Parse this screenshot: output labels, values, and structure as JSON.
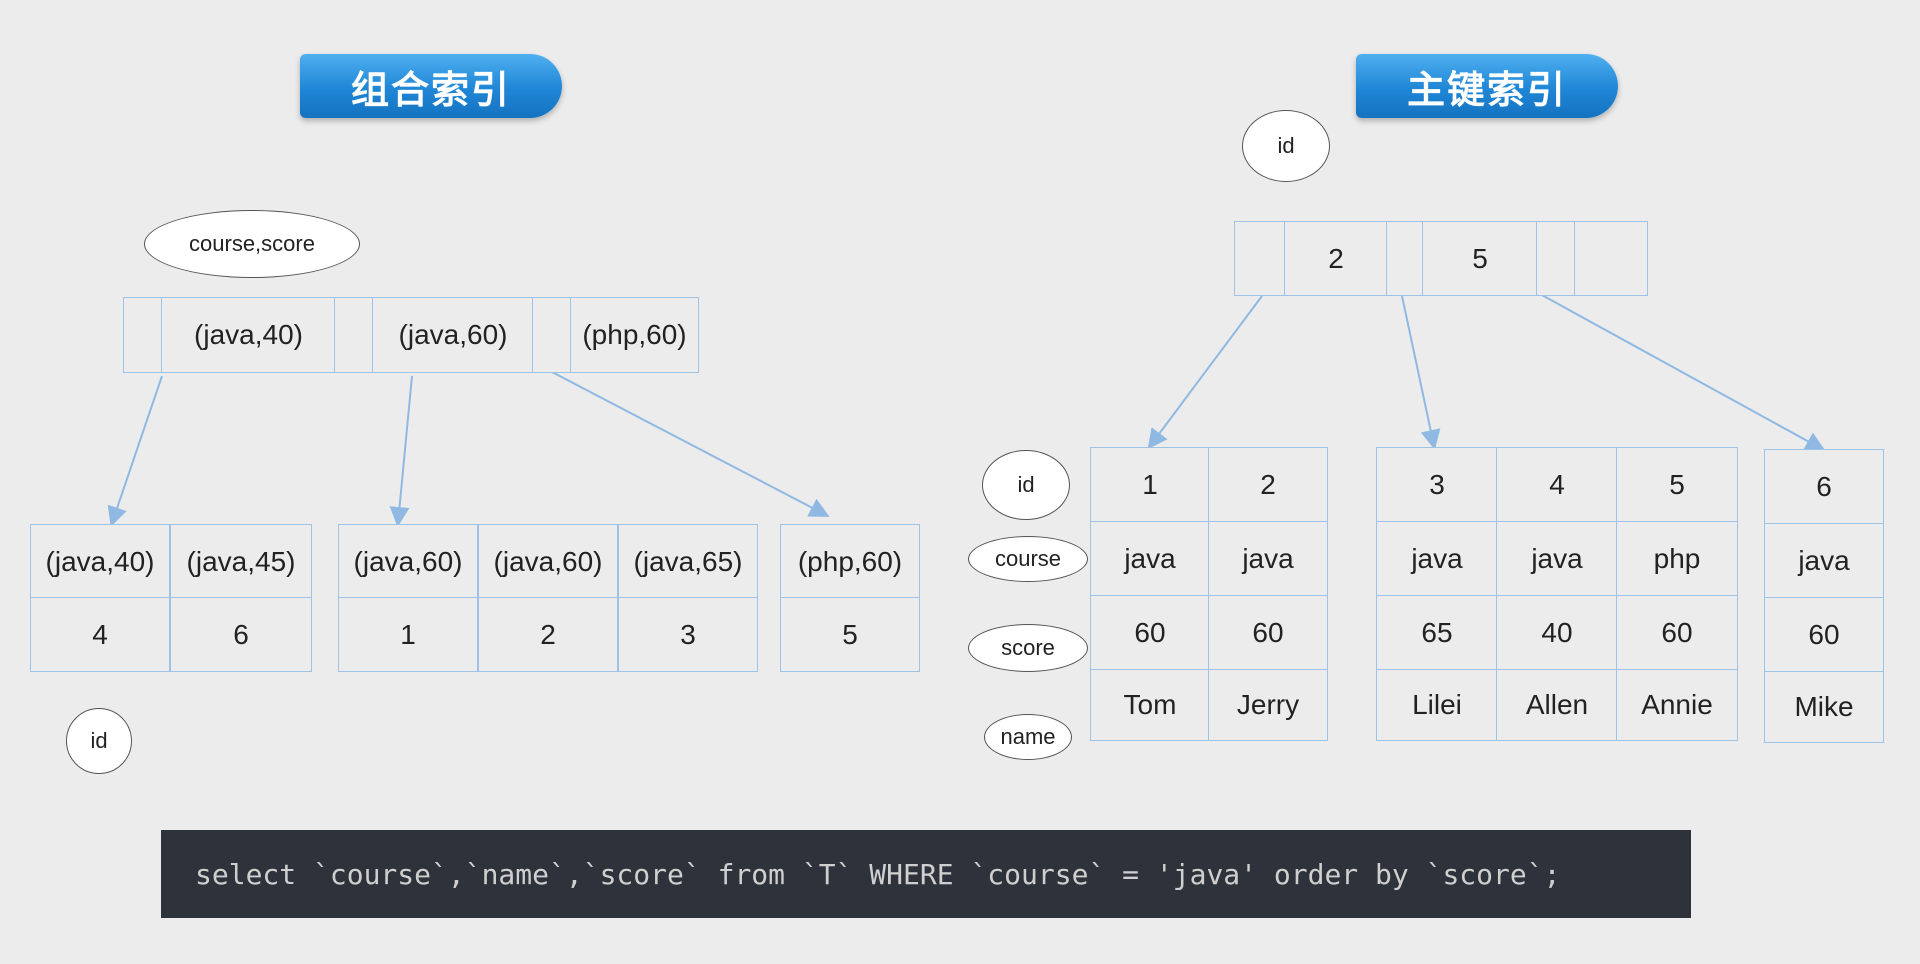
{
  "left": {
    "title": "组合索引",
    "root_label": "course,score",
    "root_keys": [
      "(java,40)",
      "(java,60)",
      "(php,60)"
    ],
    "leaves": [
      {
        "keys": [
          "(java,40)",
          "(java,45)"
        ],
        "ids": [
          "4",
          "6"
        ]
      },
      {
        "keys": [
          "(java,60)",
          "(java,60)",
          "(java,65)"
        ],
        "ids": [
          "1",
          "2",
          "3"
        ]
      },
      {
        "keys": [
          "(php,60)"
        ],
        "ids": [
          "5"
        ]
      }
    ],
    "leaf_label": "id"
  },
  "right": {
    "title": "主键索引",
    "root_label": "id",
    "root_keys": [
      "2",
      "5"
    ],
    "row_labels": [
      "id",
      "course",
      "score",
      "name"
    ],
    "leaves": [
      {
        "rows": [
          [
            "1",
            "java",
            "60",
            "Tom"
          ],
          [
            "2",
            "java",
            "60",
            "Jerry"
          ]
        ]
      },
      {
        "rows": [
          [
            "3",
            "java",
            "65",
            "Lilei"
          ],
          [
            "4",
            "java",
            "40",
            "Allen"
          ],
          [
            "5",
            "php",
            "60",
            "Annie"
          ]
        ]
      },
      {
        "rows": [
          [
            "6",
            "java",
            "60",
            "Mike"
          ]
        ]
      }
    ]
  },
  "sql": {
    "text": "select `course`,`name`,`score` from `T` WHERE `course` = 'java' order by `score`;"
  },
  "colors": {
    "banner": "#1f86d6",
    "cell_border": "#9ec3e6",
    "arrow": "#8fb9e3",
    "code_bg": "#2e333b"
  }
}
